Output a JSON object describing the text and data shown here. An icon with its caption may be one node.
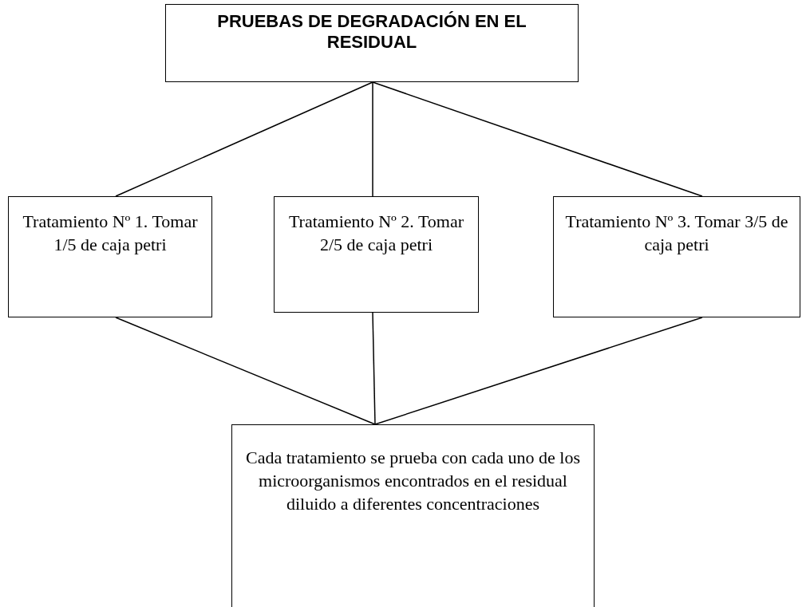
{
  "diagram": {
    "nodes": [
      {
        "text": [
          "PRUEBAS DE DEGRADACIÓN EN EL RESIDUAL"
        ]
      },
      {
        "text": [
          "Tratamiento Nº 1. Tomar  1/5 de caja petri"
        ]
      },
      {
        "text": [
          "Tratamiento Nº 2. Tomar  2/5 de caja petri"
        ]
      },
      {
        "text": [
          "Tratamiento Nº 3. Tomar  3/5 de caja petri"
        ]
      },
      {
        "text": [
          "Cada tratamiento se prueba con cada uno de los microorganismos encontrados en el residual diluido a diferentes concentraciones"
        ]
      }
    ],
    "edges": [
      {
        "from": 0,
        "to": 1,
        "arrow": "none"
      },
      {
        "from": 0,
        "to": 2,
        "arrow": "none"
      },
      {
        "from": 0,
        "to": 3,
        "arrow": "none"
      },
      {
        "from": 1,
        "to": 4,
        "arrow": "none"
      },
      {
        "from": 2,
        "to": 4,
        "arrow": "none"
      },
      {
        "from": 3,
        "to": 4,
        "arrow": "none"
      }
    ]
  }
}
